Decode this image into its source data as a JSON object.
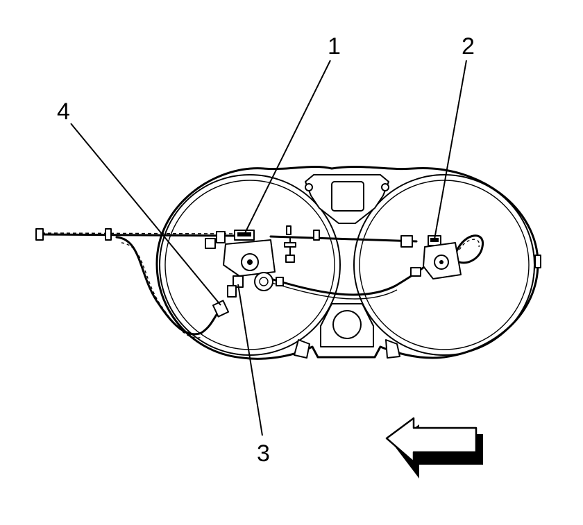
{
  "callouts": [
    {
      "id": "1",
      "label": "1"
    },
    {
      "id": "2",
      "label": "2"
    },
    {
      "id": "3",
      "label": "3"
    },
    {
      "id": "4",
      "label": "4"
    }
  ],
  "icons": {
    "direction": "arrow-left-icon"
  }
}
